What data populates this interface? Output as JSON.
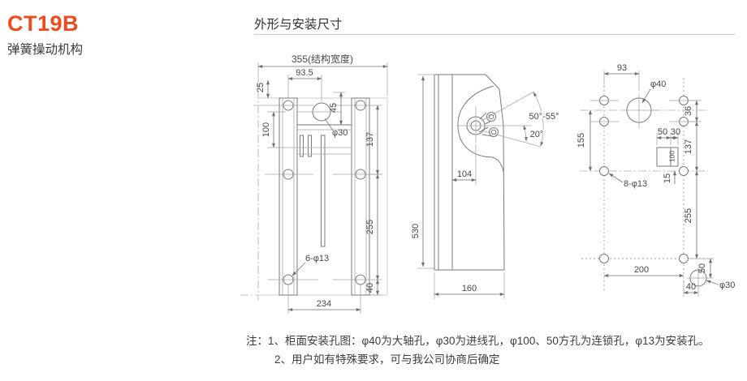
{
  "header": {
    "product_code": "CT19B",
    "product_name": "弹簧操动机构",
    "section_title": "外形与安装尺寸"
  },
  "front_view": {
    "dim_total_width": "355(结构宽度)",
    "dim_93_5": "93.5",
    "dim_25": "25",
    "dim_45": "45",
    "label_phi30": "φ30",
    "dim_100": "100",
    "dim_137": "137",
    "dim_255": "255",
    "dim_40": "40",
    "dim_234": "234",
    "label_holes": "6-φ13"
  },
  "side_view": {
    "dim_530": "530",
    "dim_104": "104",
    "dim_160": "160",
    "angle_range": "50°-55°",
    "angle_20": "20°"
  },
  "mount_view": {
    "dim_93": "93",
    "label_phi40": "φ40",
    "dim_36": "36",
    "dim_155": "155",
    "dim_50": "50",
    "dim_30": "30",
    "dim_100": "100",
    "dim_137": "137",
    "dim_15": "15",
    "label_holes": "8-φ13",
    "dim_255": "255",
    "dim_200": "200",
    "dim_50_offset": "50",
    "dim_40": "40",
    "label_phi30": "φ30"
  },
  "notes": {
    "line1": "注：1、柜面安装孔图：φ40为大轴孔，φ30为进线孔，φ100、50方孔为连锁孔，φ13为安装孔。",
    "line2": "2、用户如有特殊要求，可与我公司协商后确定"
  }
}
